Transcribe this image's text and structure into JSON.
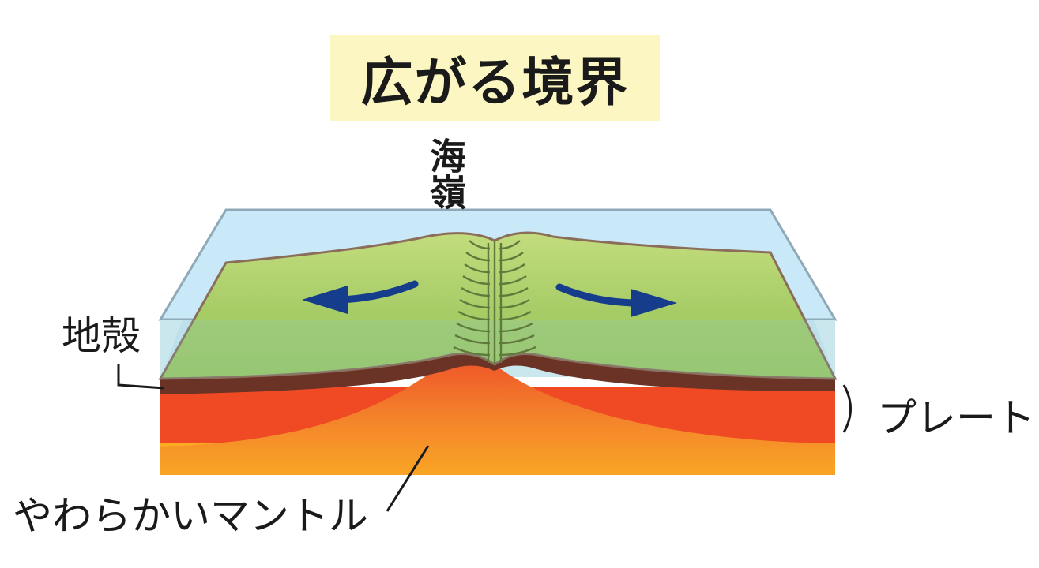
{
  "title": "広がる境界",
  "labels": {
    "ridge": "海嶺",
    "crust": "地殻",
    "plate": "プレート",
    "mantle": "やわらかいマントル"
  },
  "colors": {
    "title_background": "#fcf6c2",
    "sea_water": "#bfe4f6",
    "sea_outline": "#8fa9b8",
    "plate_top": "#bcd876",
    "crust_layer": "#6b3326",
    "mantle_red": "#ef4a24",
    "mantle_orange": "#f79a24",
    "mantle_yellow": "#fbac22",
    "arrow": "#163c8c",
    "ridge_texture": "#5f7a3c"
  },
  "icons": {
    "left_arrow": "arrow-left-icon",
    "right_arrow": "arrow-right-icon"
  }
}
